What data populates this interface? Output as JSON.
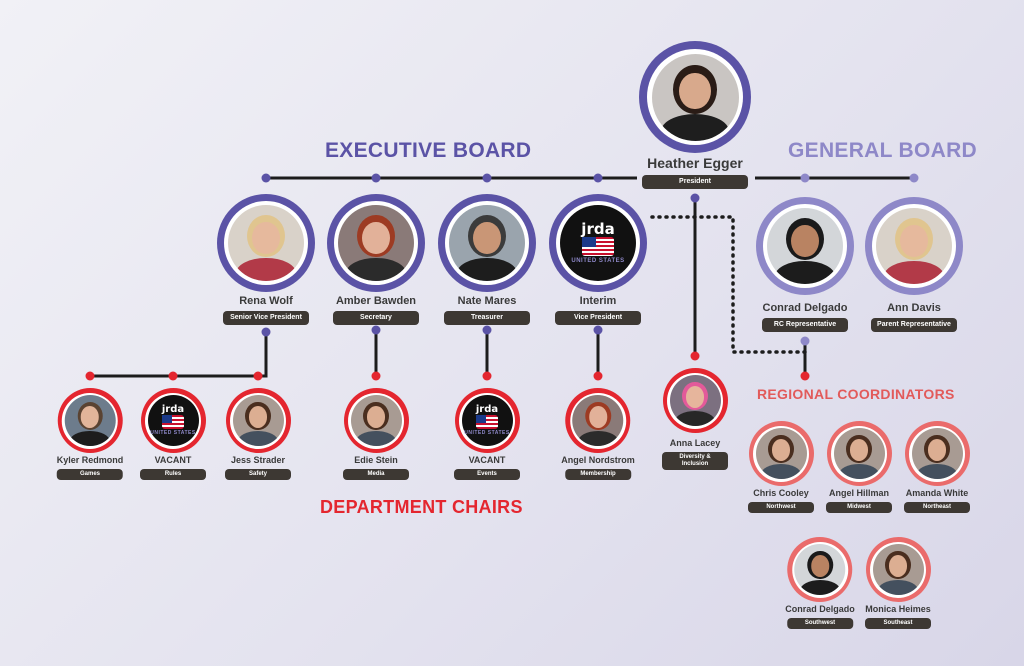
{
  "headings": {
    "executive_board": "EXECUTIVE BOARD",
    "general_board": "GENERAL BOARD",
    "regional_coordinators": "REGIONAL COORDINATORS",
    "department_chairs": "DEPARTMENT CHAIRS"
  },
  "colors": {
    "executive": "#5b53a6",
    "general": "#8e88c8",
    "department": "#e4262f",
    "regional": "#ea6b6b",
    "pill": "#3d3833"
  },
  "president": {
    "name": "Heather Egger",
    "role": "President",
    "avatar": "brunette-woman"
  },
  "executive_board": [
    {
      "name": "Rena Wolf",
      "role": "Senior Vice President",
      "avatar": "blonde-woman"
    },
    {
      "name": "Amber Bawden",
      "role": "Secretary",
      "avatar": "redhead-woman"
    },
    {
      "name": "Nate Mares",
      "role": "Treasurer",
      "avatar": "bearded-man"
    },
    {
      "name": "Interim",
      "role": "Vice President",
      "avatar": "jrda-logo"
    }
  ],
  "general_board": [
    {
      "name": "Conrad Delgado",
      "role": "RC Representative",
      "avatar": "dark-hair-man"
    },
    {
      "name": "Ann Davis",
      "role": "Parent Representative",
      "avatar": "blonde-woman"
    }
  ],
  "department_chairs": [
    {
      "name": "Kyler Redmond",
      "role": "Games",
      "avatar": "man"
    },
    {
      "name": "VACANT",
      "role": "Rules",
      "avatar": "jrda-logo"
    },
    {
      "name": "Jess Strader",
      "role": "Safety",
      "avatar": "woman"
    },
    {
      "name": "Edie Stein",
      "role": "Media",
      "avatar": "woman"
    },
    {
      "name": "VACANT",
      "role": "Events",
      "avatar": "jrda-logo"
    },
    {
      "name": "Angel Nordstrom",
      "role": "Membership",
      "avatar": "redhead-woman"
    }
  ],
  "diversity": {
    "name": "Anna Lacey",
    "role": "Diversity & Inclusion",
    "role_lines": [
      "Diversity &",
      "Inclusion"
    ],
    "avatar": "pink-hair-woman"
  },
  "regional_coordinators": [
    {
      "name": "Chris Cooley",
      "role": "Northwest",
      "avatar": "woman"
    },
    {
      "name": "Angel Hillman",
      "role": "Midwest",
      "avatar": "woman"
    },
    {
      "name": "Amanda White",
      "role": "Northeast",
      "avatar": "woman"
    },
    {
      "name": "Conrad Delgado",
      "role": "Southwest",
      "avatar": "dark-hair-man"
    },
    {
      "name": "Monica Heimes",
      "role": "Southeast",
      "avatar": "woman"
    }
  ],
  "logo": {
    "title": "jrda",
    "subtitle": "UNITED STATES"
  }
}
